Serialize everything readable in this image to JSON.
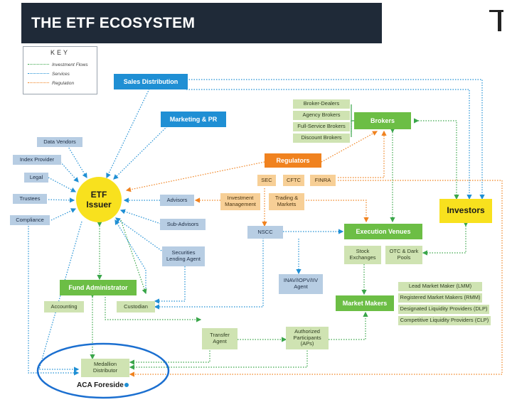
{
  "title": "THE ETF ECOSYSTEM",
  "key": {
    "title": "KEY",
    "investment_flows": "Investment Flows",
    "services": "Services",
    "regulation": "Regulation"
  },
  "colors": {
    "investment": "#3aa64a",
    "services": "#1f8fd4",
    "regulation": "#f0821f"
  },
  "nodes": {
    "sales_distribution": "Sales Distribution",
    "marketing_pr": "Marketing & PR",
    "data_vendors": "Data Vendors",
    "index_provider": "Index Provider",
    "legal": "Legal",
    "trustees": "Trustees",
    "compliance": "Compliance",
    "etf_issuer_1": "ETF",
    "etf_issuer_2": "Issuer",
    "regulators": "Regulators",
    "sec": "SEC",
    "cftc": "CFTC",
    "finra": "FINRA",
    "investment_management": "Investment Management",
    "trading_markets": "Trading & Markets",
    "advisors": "Advisors",
    "sub_advisors": "Sub-Advisors",
    "securities_lending_agent": "Securities Lending Agent",
    "nscc": "NSCC",
    "inav": "INAV/IOPV/IIV Agent",
    "brokers": "Brokers",
    "broker_dealers": "Broker-Dealers",
    "agency_brokers": "Agency Brokers",
    "full_service_brokers": "Full-Service Brokers",
    "discount_brokers": "Discount Brokers",
    "investors": "Investors",
    "execution_venues": "Execution Venues",
    "stock_exchanges": "Stock Exchanges",
    "otc_dark_pools": "OTC & Dark Pools",
    "fund_administrator": "Fund Administrator",
    "accounting": "Accounting",
    "custodian": "Custodian",
    "market_makers": "Market Makers",
    "lmm": "Lead Market Maker (LMM)",
    "rmm": "Registered Market Makers (RMM)",
    "dlp": "Designated Liquidity Providers (DLP)",
    "clp": "Competitive Liquidity Providers (CLP)",
    "transfer_agent": "Transfer Agent",
    "authorized_participants": "Authorized Participants (APs)",
    "medallion_distributor": "Medallion Distributor",
    "aca_foreside": "ACA Foreside"
  }
}
